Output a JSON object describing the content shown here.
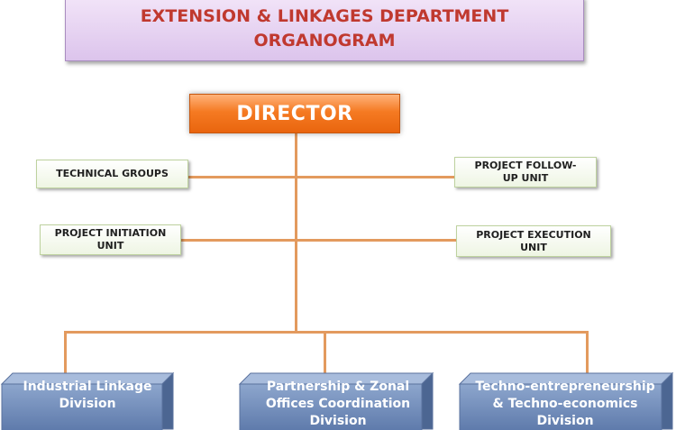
{
  "title": {
    "line1": "EXTENSION & LINKAGES DEPARTMENT",
    "line2": "ORGANOGRAM"
  },
  "director": "DIRECTOR",
  "units": {
    "technical_groups": "TECHNICAL GROUPS",
    "project_followup": "PROJECT FOLLOW-UP UNIT",
    "project_initiation": "PROJECT INITIATION UNIT",
    "project_execution": "PROJECT EXECUTION UNIT"
  },
  "divisions": {
    "industrial": "Industrial Linkage Division",
    "partnership": "Partnership & Zonal Offices Coordination Division",
    "techno": "Techno-entrepreneurship & Techno-economics Division"
  },
  "colors": {
    "title_text": "#c0392f",
    "title_fill": "#dcc4ec",
    "director_fill": "#f57a22",
    "connector": "#e39a5e",
    "unit_fill": "#eef5e3",
    "division_fill": "#6b87b5"
  }
}
